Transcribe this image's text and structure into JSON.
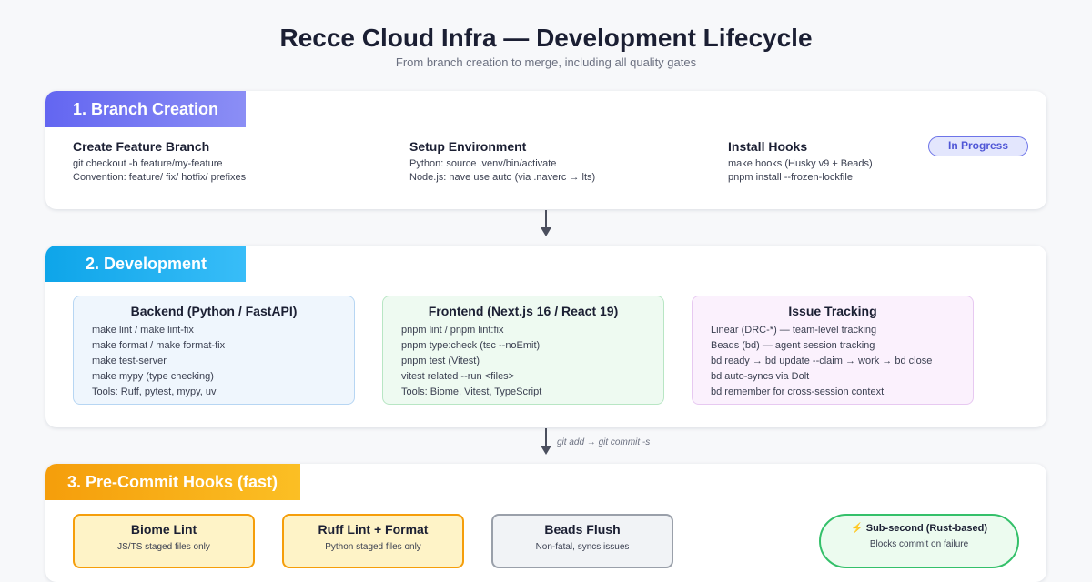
{
  "header": {
    "title": "Recce Cloud Infra — Development Lifecycle",
    "subtitle": "From branch creation to merge, including all quality gates"
  },
  "phase1": {
    "label": "1. Branch Creation",
    "badge": "In Progress",
    "columns": [
      {
        "title": "Create Feature Branch",
        "lines": [
          "git checkout -b feature/my-feature",
          "Convention: feature/ fix/ hotfix/ prefixes"
        ]
      },
      {
        "title": "Setup Environment",
        "lines": [
          "Python: source .venv/bin/activate",
          "Node.js: nave use auto (via .naverc → lts)"
        ]
      },
      {
        "title": "Install Hooks",
        "lines": [
          "make hooks (Husky v9 + Beads)",
          "pnpm install --frozen-lockfile"
        ]
      }
    ]
  },
  "phase2": {
    "label": "2. Development",
    "cards": [
      {
        "title": "Backend (Python / FastAPI)",
        "lines": [
          "make lint / make lint-fix",
          "make format / make format-fix",
          "make test-server",
          "make mypy (type checking)",
          "Tools: Ruff, pytest, mypy, uv"
        ]
      },
      {
        "title": "Frontend (Next.js 16 / React 19)",
        "lines": [
          "pnpm lint / pnpm lint:fix",
          "pnpm type:check (tsc --noEmit)",
          "pnpm test (Vitest)",
          "vitest related --run <files>",
          "Tools: Biome, Vitest, TypeScript"
        ]
      },
      {
        "title": "Issue Tracking",
        "lines": [
          "Linear (DRC-*) — team-level tracking",
          "Beads (bd) — agent session tracking",
          "bd ready → bd update --claim → work → bd close",
          "bd auto-syncs via Dolt",
          "bd remember for cross-session context"
        ]
      }
    ]
  },
  "connector": {
    "label": "git add → git commit -s"
  },
  "phase3": {
    "label": "3. Pre-Commit Hooks (fast)",
    "hooks": [
      {
        "title": "Biome Lint",
        "desc": "JS/TS staged files only"
      },
      {
        "title": "Ruff Lint + Format",
        "desc": "Python staged files only"
      },
      {
        "title": "Beads Flush",
        "desc": "Non-fatal, syncs issues"
      },
      {
        "title": "⚡ Sub-second (Rust-based)",
        "desc": "Blocks commit on failure"
      }
    ]
  },
  "colors": {
    "phase1_accent": "#6366f1",
    "phase2_accent": "#0ea5e9",
    "phase3_accent": "#f59e0b",
    "badge_border": "#6d74e8",
    "fast_border": "#34c06a"
  }
}
